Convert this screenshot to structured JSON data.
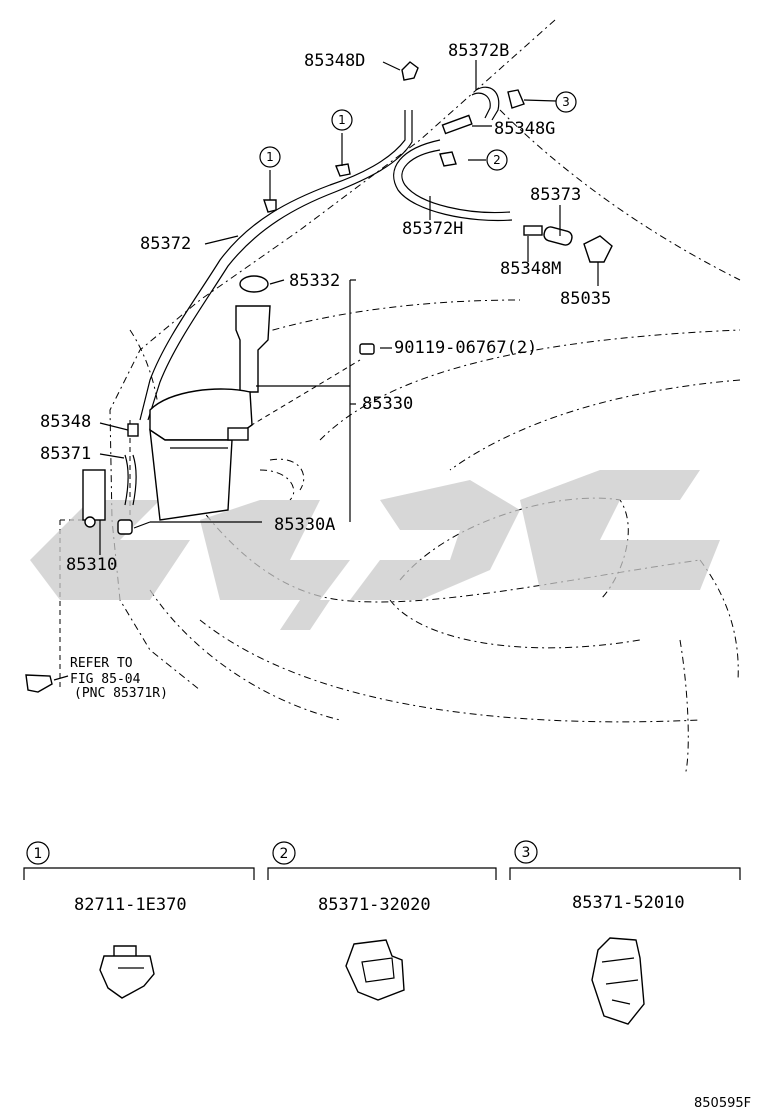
{
  "labels": {
    "p85348D": "85348D",
    "p85372B": "85372B",
    "p85348G": "85348G",
    "p85372": "85372",
    "p85372H": "85372H",
    "p85373": "85373",
    "p85348M": "85348M",
    "p85035": "85035",
    "p85332": "85332",
    "p90119": "90119-06767(2)",
    "p85330": "85330",
    "p85348": "85348",
    "p85371": "85371",
    "p85330A": "85330A",
    "p85310": "85310"
  },
  "refer": {
    "line1": "REFER TO",
    "line2": "FIG 85-04",
    "line3": "(PNC 85371R)"
  },
  "callouts": {
    "c1": "1",
    "c2": "2",
    "c3": "3"
  },
  "details": [
    {
      "number": "1",
      "part": "82711-1E370"
    },
    {
      "number": "2",
      "part": "85371-32020"
    },
    {
      "number": "3",
      "part": "85371-52010"
    }
  ],
  "figure_id": "850595F"
}
